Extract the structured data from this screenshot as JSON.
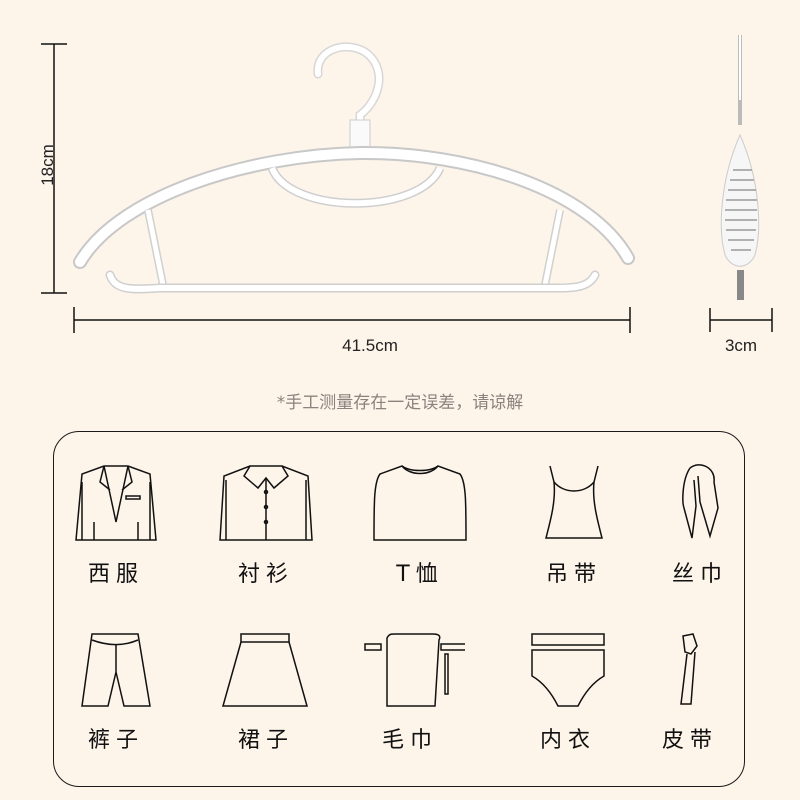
{
  "dimensions": {
    "height": "18cm",
    "width": "41.5cm",
    "thickness": "3cm"
  },
  "note": "*手工测量存在一定误差，请谅解",
  "card": {
    "rows": [
      [
        {
          "icon": "suit-icon",
          "label": "西服"
        },
        {
          "icon": "shirt-icon",
          "label": "衬衫"
        },
        {
          "icon": "tshirt-icon",
          "label": "T恤"
        },
        {
          "icon": "camisole-icon",
          "label": "吊带"
        },
        {
          "icon": "scarf-icon",
          "label": "丝巾"
        }
      ],
      [
        {
          "icon": "pants-icon",
          "label": "裤子"
        },
        {
          "icon": "skirt-icon",
          "label": "裙子"
        },
        {
          "icon": "towel-icon",
          "label": "毛巾"
        },
        {
          "icon": "underwear-icon",
          "label": "内衣"
        },
        {
          "icon": "belt-icon",
          "label": "皮带"
        }
      ]
    ]
  },
  "colors": {
    "background": "#fdf4ea",
    "note_text": "#8a847e",
    "line": "#1a1a1a"
  }
}
